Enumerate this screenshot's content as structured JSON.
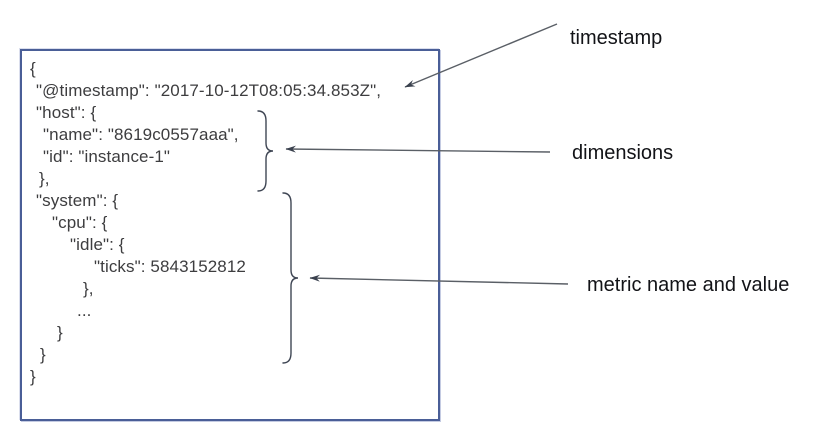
{
  "figure": {
    "description": "Metrics JSON document anatomy diagram",
    "background_color": "#ffffff",
    "box_border_color": "#4a5e97",
    "code_text_color": "#3d3d3f",
    "label_text_color": "#121317",
    "arrow_color": "#5a5f66",
    "brace_color": "#3f4654"
  },
  "document": {
    "lines": [
      {
        "text": "{",
        "indent": 2
      },
      {
        "text": "\"@timestamp\": \"2017-10-12T08:05:34.853Z\",",
        "indent": 8
      },
      {
        "text": "\"host\": {",
        "indent": 8
      },
      {
        "text": "\"name\": \"8619c0557aaa\",",
        "indent": 15
      },
      {
        "text": "\"id\": \"instance-1\"",
        "indent": 15
      },
      {
        "text": "},",
        "indent": 11
      },
      {
        "text": "\"system\": {",
        "indent": 8
      },
      {
        "text": "\"cpu\": {",
        "indent": 24
      },
      {
        "text": "\"idle\": {",
        "indent": 42
      },
      {
        "text": "\"ticks\": 5843152812",
        "indent": 66
      },
      {
        "text": "},",
        "indent": 55
      },
      {
        "text": "...",
        "indent": 49
      },
      {
        "text": "}",
        "indent": 29
      },
      {
        "text": "}",
        "indent": 12
      },
      {
        "text": "}",
        "indent": 2
      }
    ]
  },
  "labels": {
    "timestamp": "timestamp",
    "dimensions": "dimensions",
    "metric": "metric name and value"
  }
}
